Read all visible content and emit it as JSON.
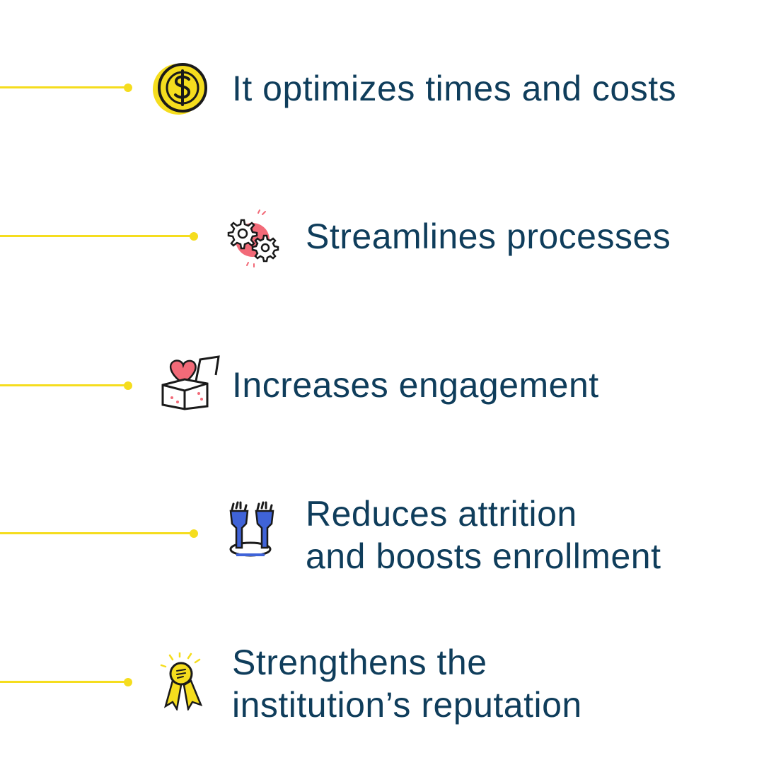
{
  "colors": {
    "accent": "#f5dd1e",
    "text": "#0f3d5b",
    "pink": "#f26a78",
    "blue": "#3f63d8",
    "background": "#ffffff"
  },
  "items": [
    {
      "lines": [
        "It optimizes times and costs"
      ],
      "icon": "coin-dollar-icon"
    },
    {
      "lines": [
        "Streamlines processes"
      ],
      "icon": "gears-icon"
    },
    {
      "lines": [
        "Increases engagement"
      ],
      "icon": "heart-box-icon"
    },
    {
      "lines": [
        "Reduces attrition",
        "and boosts enrollment"
      ],
      "icon": "raised-hands-icon"
    },
    {
      "lines": [
        "Strengthens the",
        "institution’s reputation"
      ],
      "icon": "award-ribbon-icon"
    }
  ]
}
